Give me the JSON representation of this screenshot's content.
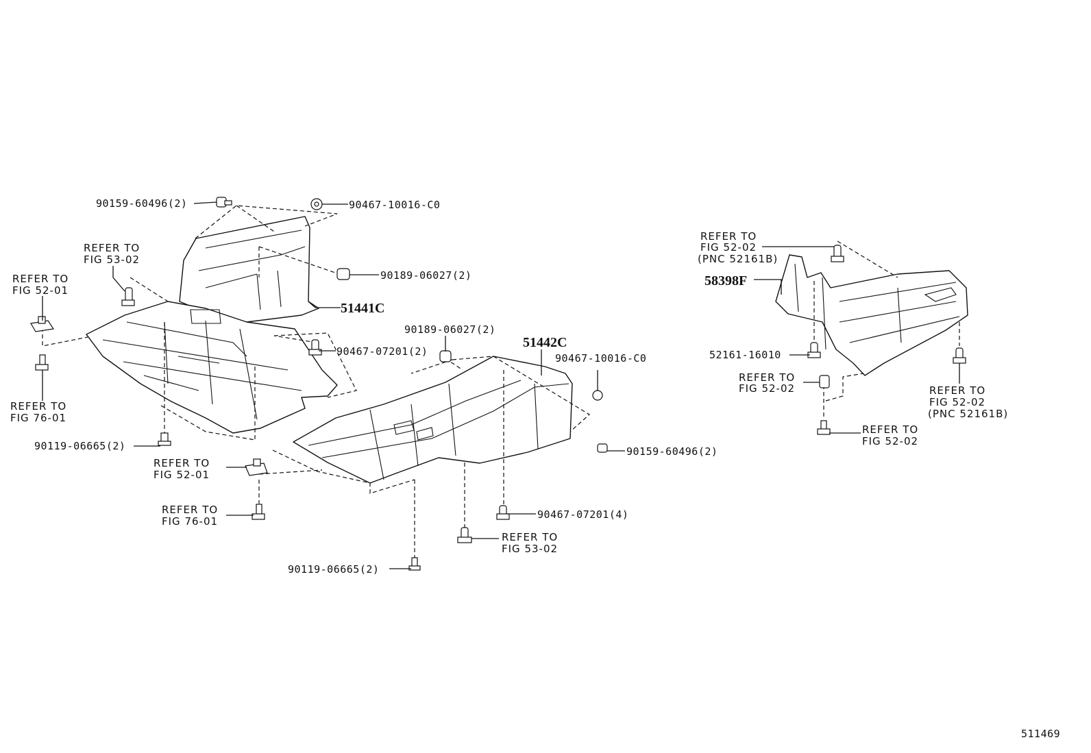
{
  "parts": {
    "p_51441C": "51441C",
    "p_51442C": "51442C",
    "p_58398F": "58398F"
  },
  "fasteners": {
    "f1": "90159-60496(2)",
    "f2": "90467-10016-C0",
    "f3": "90189-06027(2)",
    "f4": "90467-07201(2)",
    "f5": "90119-06665(2)",
    "f6": "90189-06027(2)",
    "f7": "90467-10016-C0",
    "f8": "90159-60496(2)",
    "f9": "90467-07201(4)",
    "f10": "90119-06665(2)",
    "f11": "52161-16010"
  },
  "refs": {
    "r1": [
      "REFER TO",
      "FIG 53-02"
    ],
    "r2": [
      "REFER TO",
      "FIG 52-01"
    ],
    "r3": [
      "REFER TO",
      "FIG 76-01"
    ],
    "r4": [
      "REFER TO",
      "FIG 52-01"
    ],
    "r5": [
      "REFER TO",
      "FIG 76-01"
    ],
    "r6": [
      "REFER TO",
      "FIG 53-02"
    ],
    "r7": [
      "REFER TO",
      "FIG 52-02",
      "(PNC 52161B)"
    ],
    "r8": [
      "REFER TO",
      "FIG 52-02"
    ],
    "r9": [
      "REFER TO",
      "FIG 52-02",
      "(PNC 52161B)"
    ],
    "r10": [
      "REFER TO",
      "FIG 52-02"
    ]
  },
  "figure_id": "511469"
}
